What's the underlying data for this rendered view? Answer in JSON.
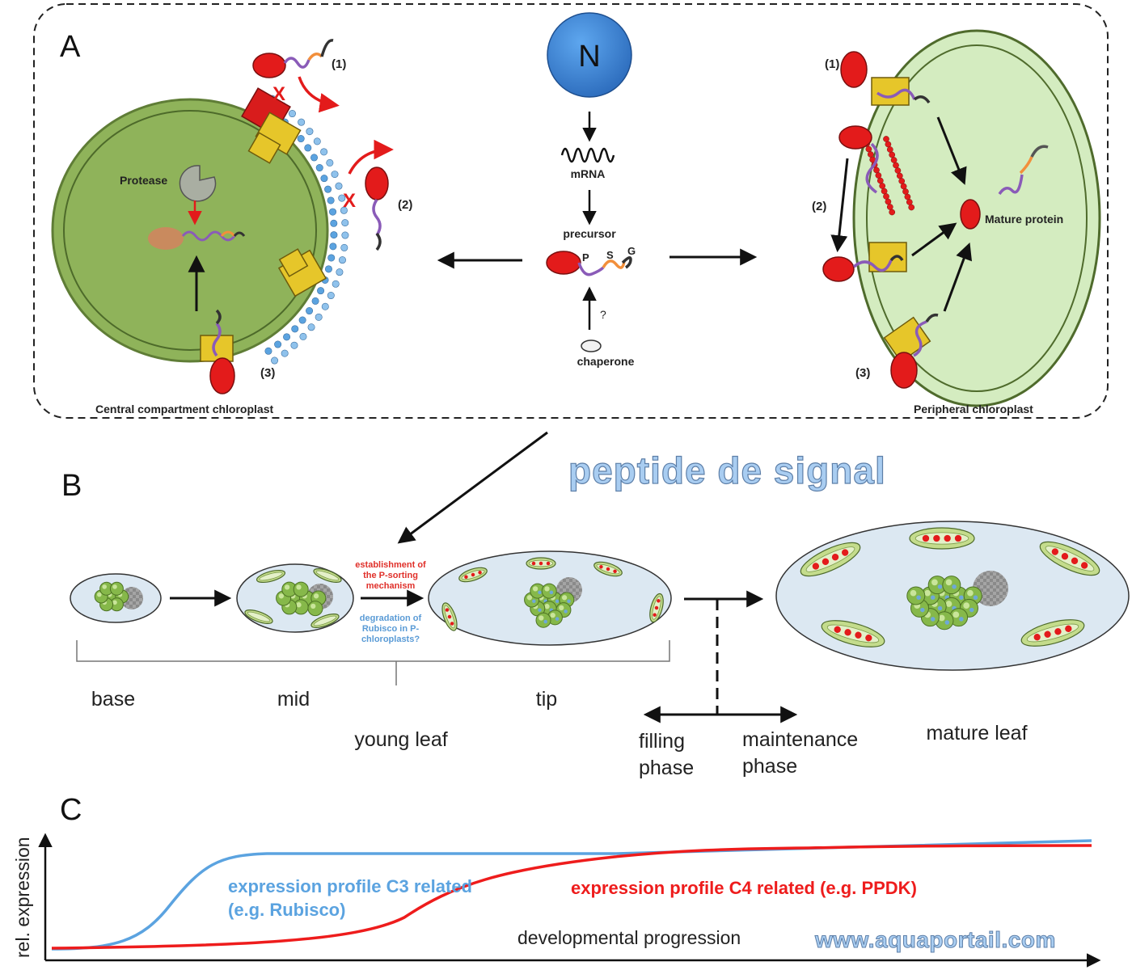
{
  "panels": {
    "a": "A",
    "b": "B",
    "c": "C"
  },
  "panel_a": {
    "nucleus": "N",
    "mrna": "mRNA",
    "precursor": "precursor",
    "domain_p": "P",
    "domain_s": "S",
    "domain_g": "G",
    "question": "?",
    "chaperone": "chaperone",
    "protease": "Protease",
    "mature_protein": "Mature protein",
    "route_1": "(1)",
    "route_2": "(2)",
    "route_3": "(3)",
    "blocked_mark": "X",
    "left_caption": "Central compartment chloroplast",
    "right_caption": "Peripheral chloroplast"
  },
  "watermark": {
    "title": "peptide de signal",
    "url": "www.aquaportail.com"
  },
  "panel_b": {
    "establishment": [
      "establishment of",
      "the P-sorting",
      "mechanism"
    ],
    "degradation": [
      "degradation of",
      "Rubisco in P-",
      "chloroplasts?"
    ],
    "base": "base",
    "mid": "mid",
    "tip": "tip",
    "young_leaf": "young leaf",
    "filling": [
      "filling",
      "phase"
    ],
    "maintenance": [
      "maintenance",
      "phase"
    ],
    "mature_leaf": "mature leaf"
  },
  "panel_c": {
    "ylabel": "rel. expression",
    "xlabel": "developmental progression",
    "c3_label": [
      "expression profile C3 related",
      "(e.g. Rubisco)"
    ],
    "c4_label": "expression profile C4 related (e.g. PPDK)",
    "colors": {
      "c3": "#5ba3e0",
      "c4": "#ee1c1c"
    }
  },
  "colors": {
    "chloroplast_dark": "#8fb35a",
    "chloroplast_light": "#cfe8b8",
    "cell": "#dce8f2",
    "transit_red": "#e31b1b",
    "nucleus_blue": "#3d86d8",
    "translocon_yellow": "#e6c62a"
  }
}
